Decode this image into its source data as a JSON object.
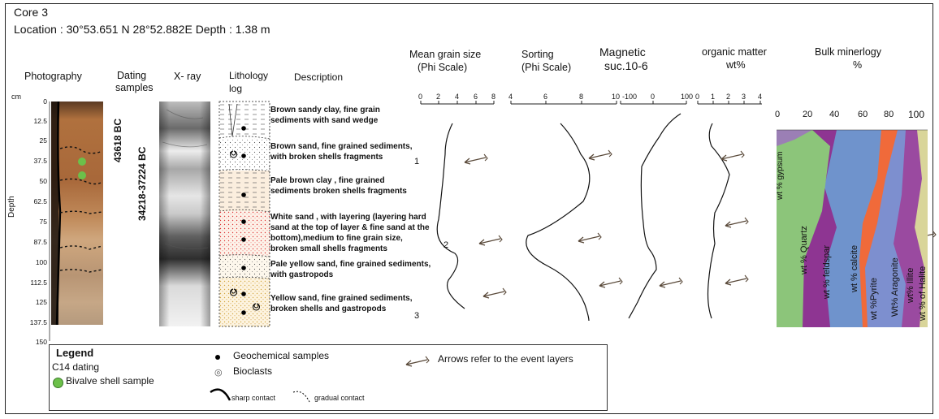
{
  "header": {
    "core": "Core 3",
    "location": "Location : 30°53.651 N 28°52.882E  Depth : 1.38 m"
  },
  "columns": {
    "photography": "Photography",
    "dating": "Dating",
    "samples": "samples",
    "xray": "X- ray",
    "lith1": "Lithology",
    "lith2": "log",
    "description": "Description",
    "grain1": "Mean grain size",
    "grain2": "(Phi Scale)",
    "sort1": "Sorting",
    "sort2": "(Phi Scale)",
    "mag1": "Magnetic",
    "mag2": "suc.10-6",
    "org1": "organic matter",
    "org2": "wt%",
    "bulk1": "Bulk minerlogy",
    "bulk2": "%"
  },
  "depth_axis": {
    "unit": "cm",
    "label": "Depth",
    "ticks": [
      "0",
      "12.5",
      "25",
      "37.5",
      "50",
      "62.5",
      "75",
      "87.5",
      "100",
      "112.5",
      "125",
      "137.5",
      "150"
    ]
  },
  "dating": {
    "sample_1": "43618 BC",
    "sample_2": "34218-37224 BC"
  },
  "descriptions": [
    [
      "Brown sandy clay, fine grain",
      "sediments with sand wedge"
    ],
    [
      "Brown sand, fine grained sediments,",
      "with broken shells fragments"
    ],
    [
      "Pale brown  clay , fine grained",
      "sediments broken shells fragments"
    ],
    [
      "White sand , with layering (layering hard",
      "sand at the top of layer & fine sand at the",
      "bottom),medium to fine grain size,",
      "broken small shells fragments"
    ],
    [
      "Pale yellow sand, fine grained sediments,",
      "with gastropods"
    ],
    [
      "Yellow sand, fine grained sediments,",
      "broken shells and gastropods"
    ]
  ],
  "event_numbers": [
    "1",
    "2",
    "3"
  ],
  "scales": {
    "grain": [
      "0",
      "2",
      "4",
      "6",
      "8"
    ],
    "sorting": [
      "4",
      "6",
      "8",
      "10"
    ],
    "magnetic": [
      "-100",
      "0",
      "100"
    ],
    "organic": [
      "0",
      "1",
      "2",
      "3",
      "4"
    ],
    "bulk": [
      "0",
      "20",
      "40",
      "60",
      "80",
      "100"
    ]
  },
  "bulk_labels": [
    "wt % gypsum",
    "wt % Quartz",
    "wt % feldspar",
    "wt % calcite",
    "wt %Pyrite",
    "Wt% Aragonite",
    "wt% Illite",
    "wt % of Halite"
  ],
  "legend": {
    "title": "Legend",
    "c14": "C14 dating",
    "bivalve": "Bivalve shell sample",
    "geochem": "Geochemical samples",
    "bioclasts": "Bioclasts",
    "sharp": "sharp contact",
    "gradual": "gradual contact",
    "arrows": "Arrows refer to the event layers"
  },
  "colors": {
    "gypsum": "#9b7fb5",
    "quartz": "#8cc57a",
    "feldspar": "#8e3592",
    "calcite": "#6f93cc",
    "pyrite": "#f06a3a",
    "aragonite": "#7d8fcf",
    "illite": "#9a4aa0",
    "halite": "#d9d59a",
    "sample_dot": "#6cc04a"
  }
}
